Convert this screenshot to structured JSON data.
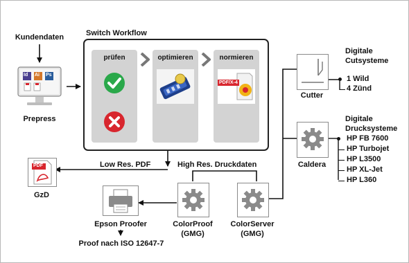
{
  "customer_data": "Kundendaten",
  "prepress": "Prepress",
  "workflow": {
    "title": "Switch Workflow",
    "steps": [
      {
        "label": "prüfen"
      },
      {
        "label": "optimieren"
      },
      {
        "label": "normieren",
        "badge": "PDF/X-4"
      }
    ]
  },
  "cutter": "Cutter",
  "cut_systems": {
    "title_line1": "Digitale",
    "title_line2": "Cutsysteme",
    "items": [
      "1 Wild",
      "4 Zünd"
    ]
  },
  "caldera": "Caldera",
  "print_systems": {
    "title_line1": "Digitale",
    "title_line2": "Drucksysteme",
    "items": [
      "HP FB 7600",
      "HP Turbojet",
      "HP L3500",
      "HP XL-Jet",
      "HP L360"
    ]
  },
  "low_res_pdf": "Low Res. PDF",
  "high_res": "High Res. Druckdaten",
  "gzd": "GzD",
  "pdf_badge": "PDF",
  "epson": "Epson Proofer",
  "proof_iso": "Proof nach ISO 12647-7",
  "colorproof": {
    "line1": "ColorProof",
    "line2": "(GMG)"
  },
  "colorserver": {
    "line1": "ColorServer",
    "line2": "(GMG)"
  },
  "app_icons": [
    "Id",
    "Ai",
    "Ps"
  ],
  "colors": {
    "check": "#2aa84a",
    "cross": "#d8262e",
    "chevron": "#777777",
    "badge_red": "#d8262e",
    "gear": "#8a8a8a",
    "panel": "#d3d3d3"
  }
}
